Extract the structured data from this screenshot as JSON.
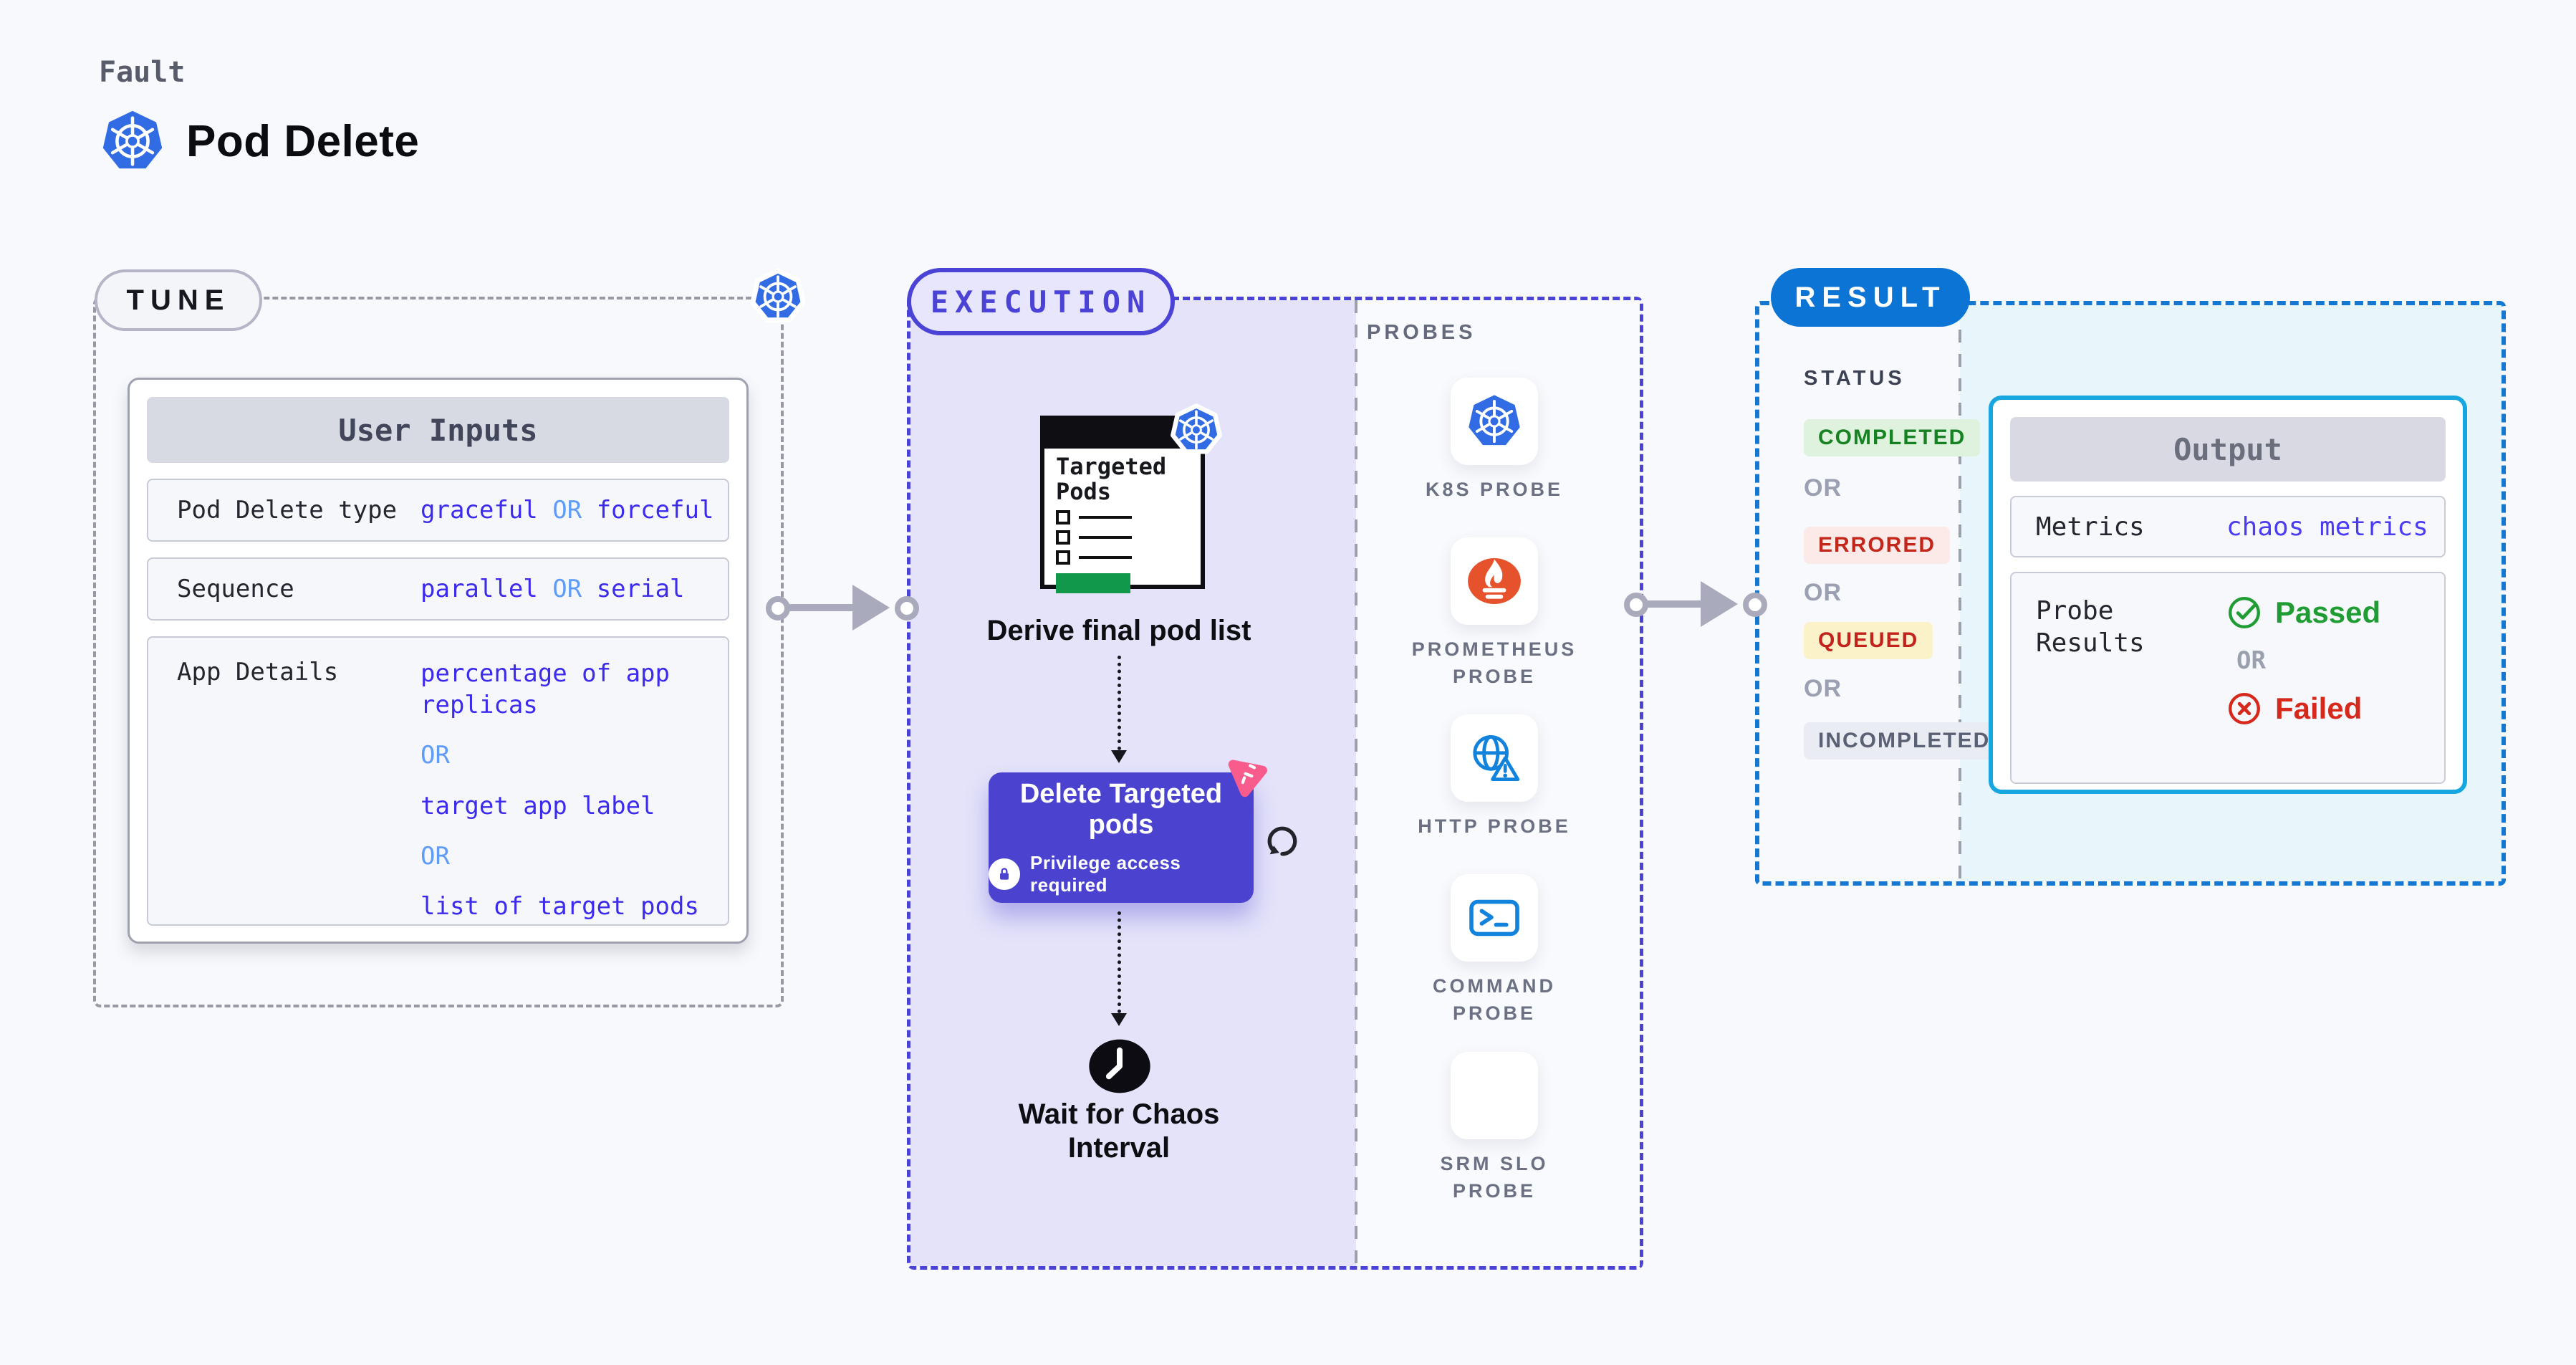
{
  "header": {
    "fault_label": "Fault",
    "title": "Pod Delete",
    "icon": "kubernetes-icon"
  },
  "tune": {
    "pill": "TUNE",
    "table": {
      "header": "User Inputs",
      "rows": [
        {
          "label": "Pod Delete type",
          "v1": "graceful",
          "or": "OR",
          "v2": "forceful"
        },
        {
          "label": "Sequence",
          "v1": "parallel",
          "or": "OR",
          "v2": "serial"
        },
        {
          "label": "App Details",
          "v1": "percentage of app replicas",
          "or1": "OR",
          "v2": "target app label",
          "or2": "OR",
          "v3": "list of target pods"
        }
      ]
    }
  },
  "execution": {
    "pill": "EXECUTION",
    "node_targeted": {
      "title": "Targeted Pods",
      "caption": "Derive final pod list",
      "icon": "kubernetes-icon"
    },
    "node_delete": {
      "title": "Delete Targeted pods",
      "badge": "Privilege access required",
      "corner_icon": "chaos-logo-icon",
      "side_icon": "loop-icon"
    },
    "node_wait": {
      "caption": "Wait for Chaos Interval",
      "icon": "clock-icon"
    },
    "probes": {
      "heading": "PROBES",
      "items": [
        {
          "label": "K8S PROBE",
          "icon": "kubernetes-icon"
        },
        {
          "label": "PROMETHEUS PROBE",
          "icon": "prometheus-icon"
        },
        {
          "label": "HTTP PROBE",
          "icon": "http-globe-warning-icon"
        },
        {
          "label": "COMMAND PROBE",
          "icon": "terminal-icon"
        },
        {
          "label": "SRM SLO PROBE",
          "icon": "slo-donut-check-icon"
        }
      ]
    }
  },
  "result": {
    "pill": "RESULT",
    "status": {
      "heading": "STATUS",
      "completed": "COMPLETED",
      "errored": "ERRORED",
      "queued": "QUEUED",
      "incompleted": "INCOMPLETED",
      "or": "OR"
    },
    "output": {
      "header": "Output",
      "metrics_label": "Metrics",
      "metrics_value": "chaos metrics",
      "probe_label": "Probe Results",
      "passed": "Passed",
      "or": "OR",
      "failed": "Failed"
    }
  },
  "colors": {
    "accent_indigo": "#4a43d6",
    "delete_button": "#4b43cf",
    "result_blue": "#0b74d4",
    "output_border_cyan": "#16a6e0",
    "value_blue": "#3d2bed",
    "or_light_blue": "#5f9cf8",
    "kubernetes_blue": "#326ce5",
    "prometheus_orange": "#e6522c",
    "passed_green": "#1f9c33",
    "failed_red": "#d6281b",
    "queued_bg": "#fcf2ca",
    "completed_bg": "#def2dd",
    "errored_bg": "#fceae8",
    "incompleted_bg": "#eaecf3",
    "execution_fill": "#e4e3fa",
    "result_fill": "#e8f5fb",
    "page_bg": "#f8f9fc",
    "chaos_pink": "#f85c8d",
    "pods_green_bar": "#12984b"
  }
}
